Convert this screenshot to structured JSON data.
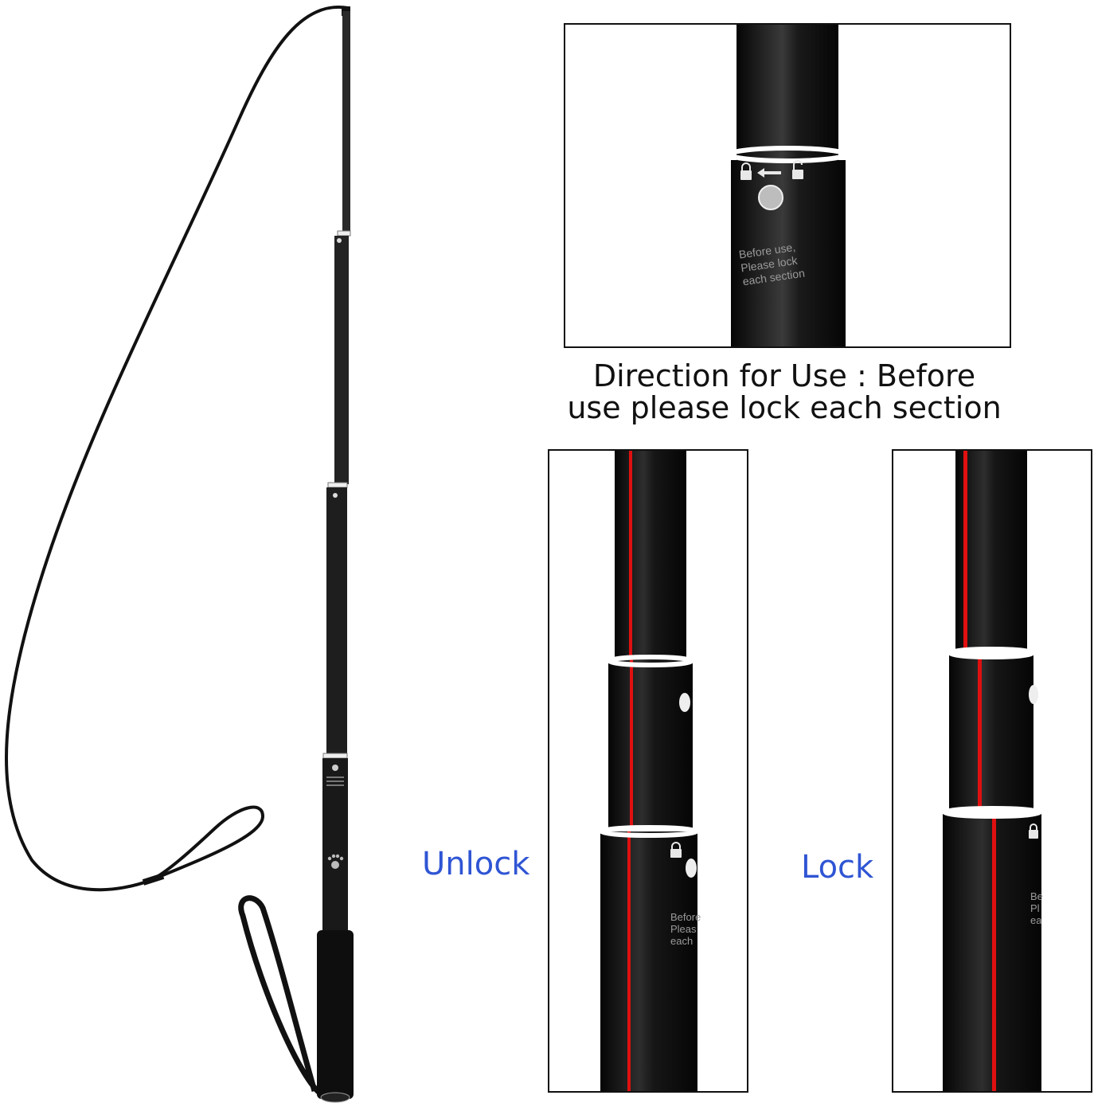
{
  "caption": {
    "line1": "Direction for Use : Before",
    "line2": "use please lock each section"
  },
  "labels": {
    "unlock": "Unlock",
    "lock": "Lock",
    "color": "#2f55d4"
  },
  "stick_print": {
    "line1": "Before use,",
    "line2": "Please lock",
    "line3": "each section",
    "closeup_left_1": "Before",
    "closeup_left_2": "Pleas",
    "closeup_left_3": "each",
    "closeup_right_1": "Be",
    "closeup_right_2": "Pl",
    "closeup_right_3": "ea"
  },
  "icons": {
    "lock": "lock-icon",
    "unlock": "unlock-icon",
    "arrow": "arrow-left-icon",
    "paw": "paw-print-icon"
  },
  "colors": {
    "stick": "#141414",
    "indicator_line": "#e01010",
    "ring": "#ffffff"
  }
}
